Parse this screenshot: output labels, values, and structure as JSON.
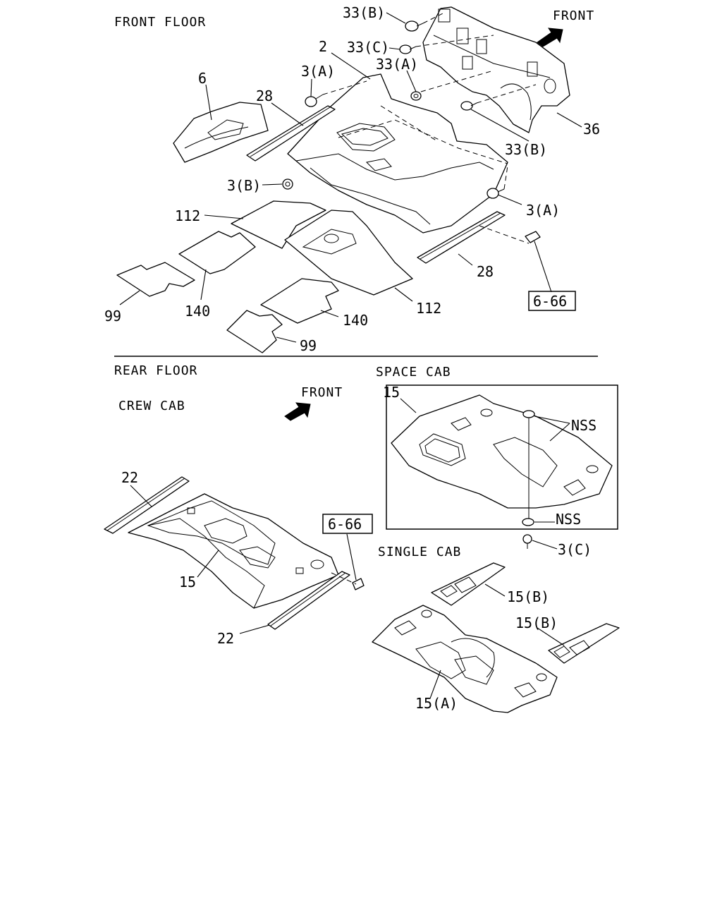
{
  "sections": {
    "front_floor": "FRONT FLOOR",
    "rear_floor": "REAR FLOOR",
    "crew_cab": "CREW CAB",
    "space_cab": "SPACE CAB",
    "single_cab": "SINGLE CAB"
  },
  "front_labels": {
    "front_top": "FRONT",
    "front_rear": "FRONT"
  },
  "callouts": {
    "p33b_top": "33(B)",
    "p33c": "33(C)",
    "p2": "2",
    "p33a": "33(A)",
    "p6": "6",
    "p3a_top": "3(A)",
    "p28_top": "28",
    "p36": "36",
    "p33b_right": "33(B)",
    "p3b": "3(B)",
    "p3a_right": "3(A)",
    "p112_left": "112",
    "p28_bottom": "28",
    "p99_left": "99",
    "p140_left": "140",
    "p140_right": "140",
    "p112_right": "112",
    "ref_666_top": "6-66",
    "p99_bottom": "99",
    "p15_space": "15",
    "nss_top": "NSS",
    "nss_bottom": "NSS",
    "p3c": "3(C)",
    "p22_top": "22",
    "ref_666_rear": "6-66",
    "p15_crew": "15",
    "p22_bottom": "22",
    "p15b_upper": "15(B)",
    "p15b_lower": "15(B)",
    "p15a": "15(A)"
  }
}
